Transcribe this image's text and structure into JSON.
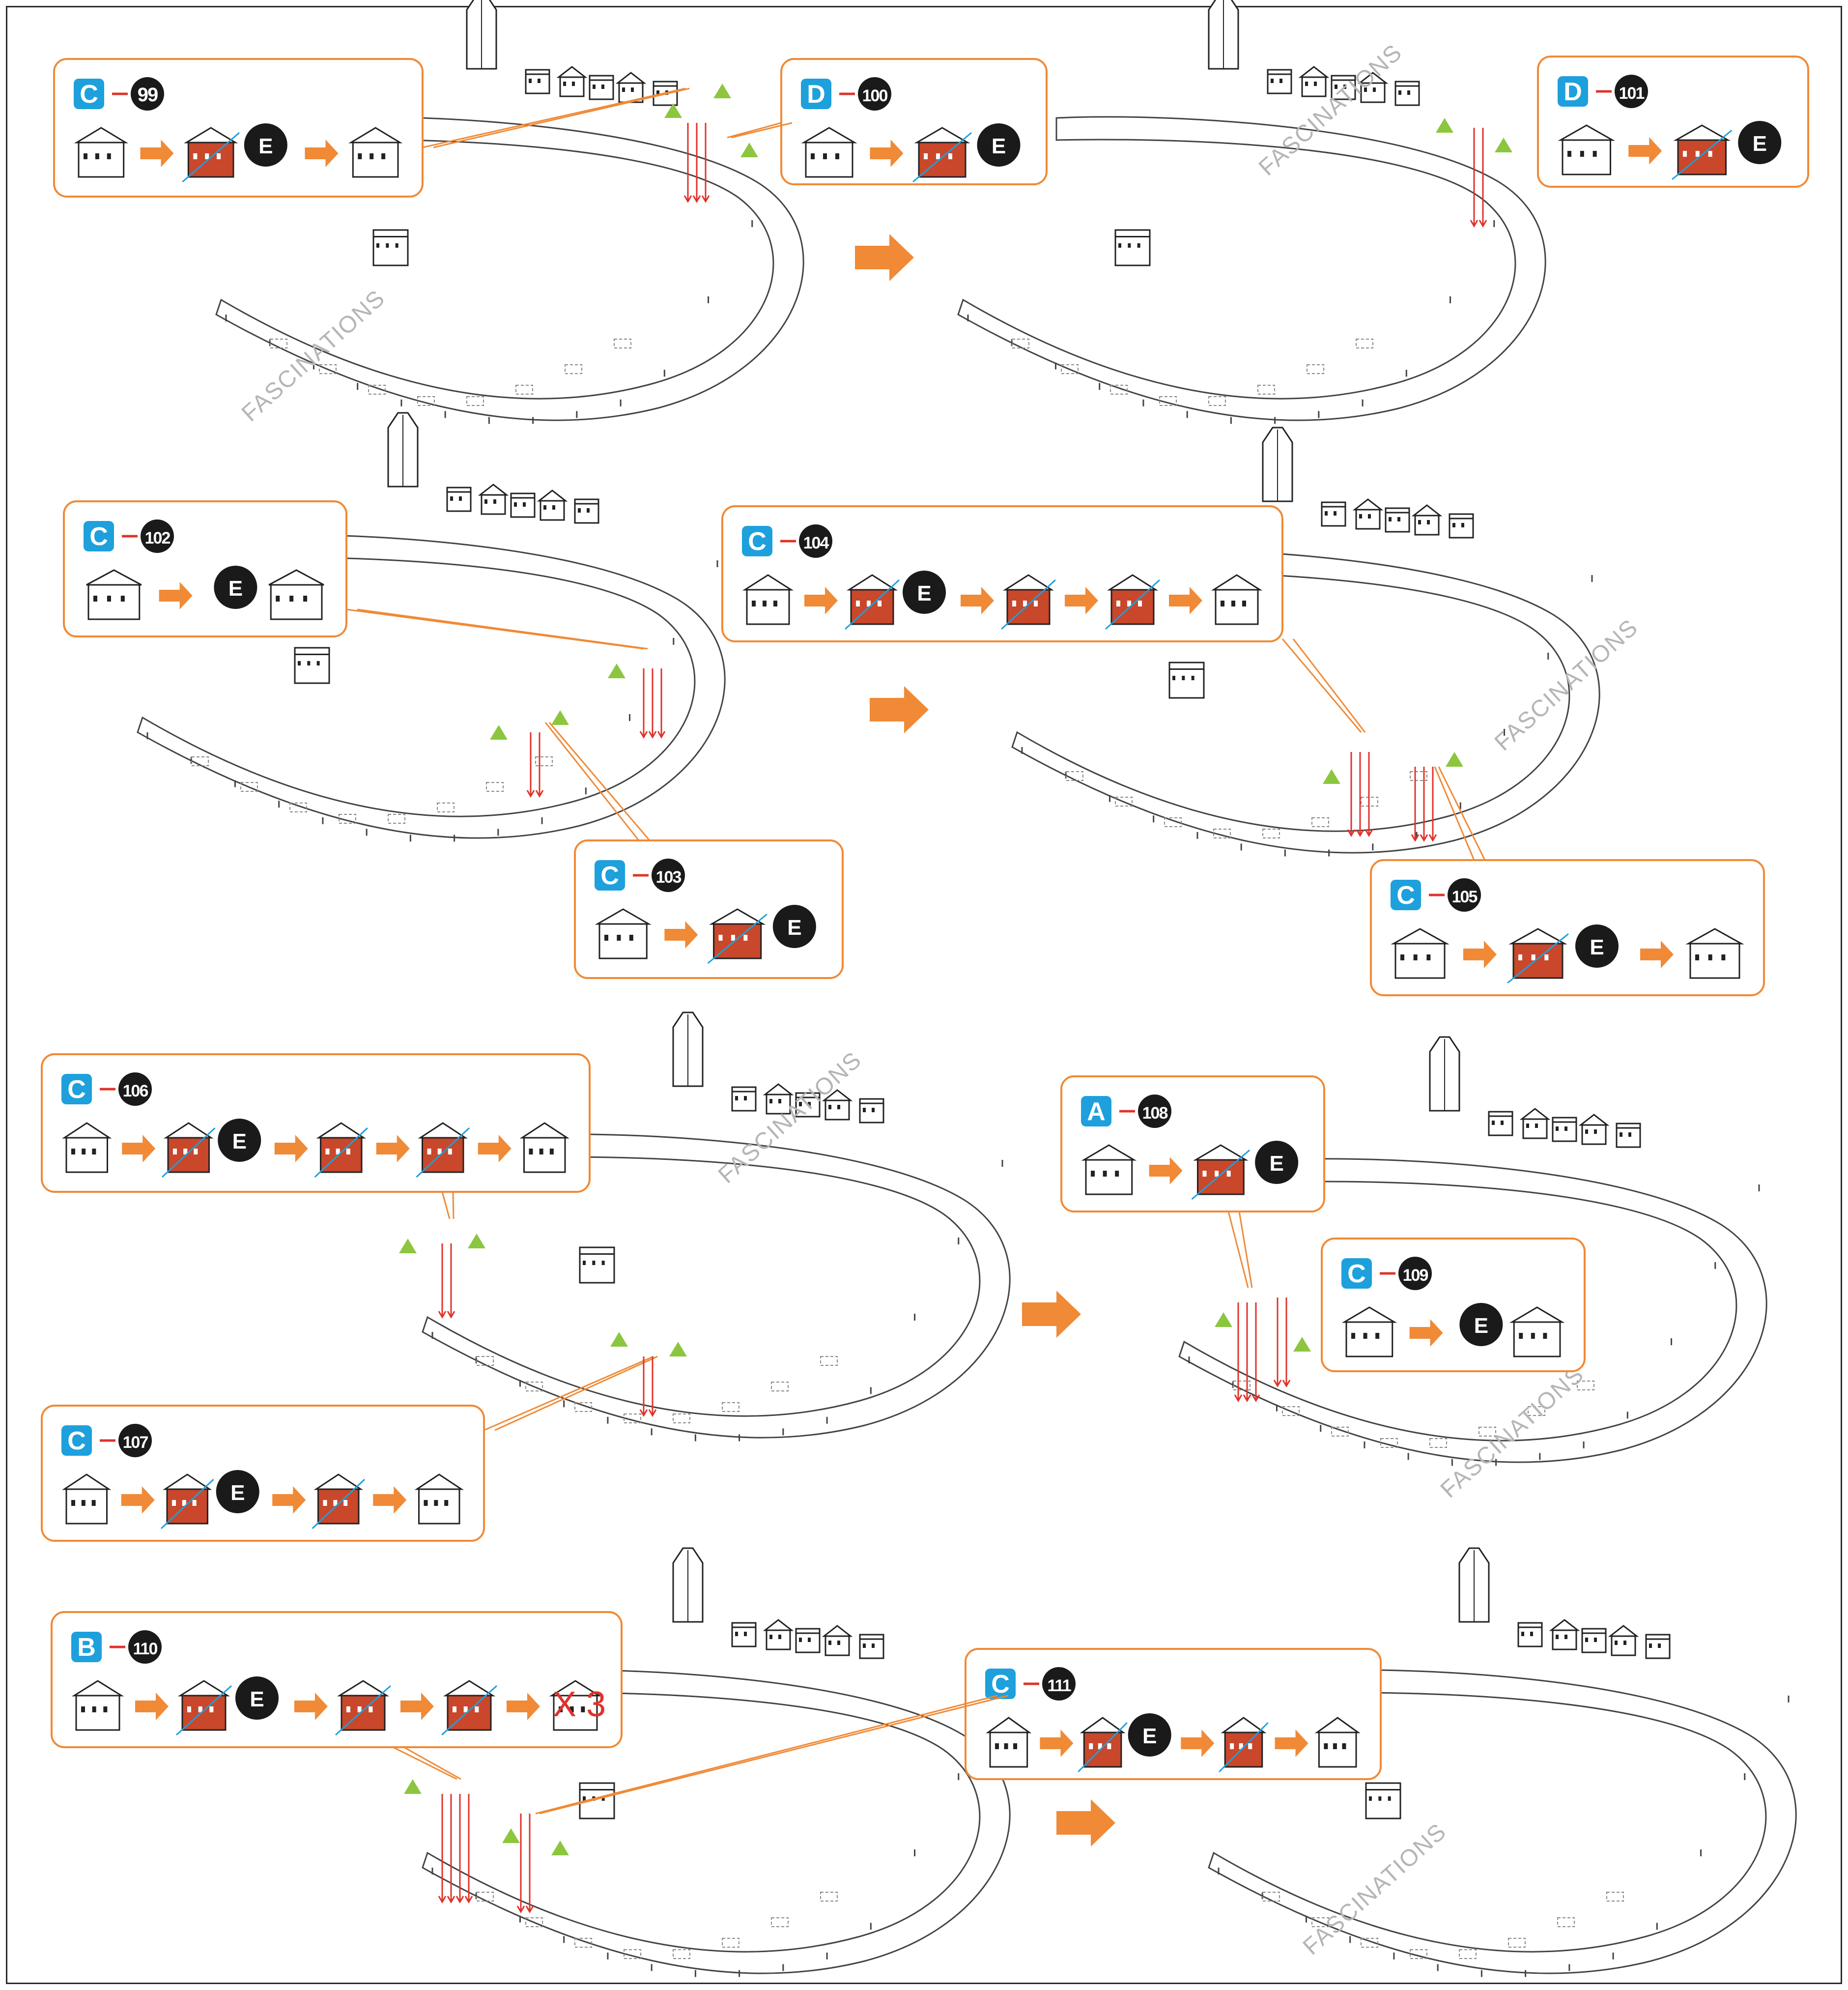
{
  "watermark": "FASCINATIONS",
  "colors": {
    "callout_border": "#f08a36",
    "letter_badge": "#1ea0dc",
    "step_badge": "#1a1a1a",
    "flow_arrow": "#f08a36",
    "assembly_arrow": "#e0322a",
    "tab_marker": "#8cc63f",
    "rotate_marker": "#1ea0dc",
    "part_fill": "#c9472b",
    "track_line": "#444444"
  },
  "steps": [
    {
      "sheet": "C",
      "number": "99",
      "sequence": [
        "part",
        "arrow",
        "part",
        "E",
        "arrow",
        "part"
      ]
    },
    {
      "sheet": "D",
      "number": "100",
      "sequence": [
        "part",
        "arrow",
        "part",
        "E"
      ]
    },
    {
      "sheet": "D",
      "number": "101",
      "sequence": [
        "part",
        "arrow",
        "part",
        "E"
      ]
    },
    {
      "sheet": "C",
      "number": "102",
      "sequence": [
        "part",
        "arrow",
        "E",
        "part"
      ]
    },
    {
      "sheet": "C",
      "number": "103",
      "sequence": [
        "part",
        "arrow",
        "part",
        "E"
      ]
    },
    {
      "sheet": "C",
      "number": "104",
      "sequence": [
        "part",
        "arrow",
        "part",
        "E",
        "arrow",
        "part",
        "arrow",
        "part",
        "arrow",
        "part"
      ]
    },
    {
      "sheet": "C",
      "number": "105",
      "sequence": [
        "part",
        "arrow",
        "part",
        "E",
        "arrow",
        "part"
      ]
    },
    {
      "sheet": "C",
      "number": "106",
      "sequence": [
        "part",
        "arrow",
        "part",
        "E",
        "arrow",
        "part",
        "arrow",
        "part",
        "arrow",
        "part"
      ]
    },
    {
      "sheet": "C",
      "number": "107",
      "sequence": [
        "part",
        "arrow",
        "part",
        "E",
        "arrow",
        "part",
        "arrow",
        "part"
      ]
    },
    {
      "sheet": "A",
      "number": "108",
      "sequence": [
        "part",
        "arrow",
        "part",
        "E"
      ]
    },
    {
      "sheet": "C",
      "number": "109",
      "sequence": [
        "part",
        "arrow",
        "E",
        "part"
      ]
    },
    {
      "sheet": "B",
      "number": "110",
      "sequence": [
        "part",
        "arrow",
        "part",
        "E",
        "arrow",
        "part",
        "arrow",
        "part",
        "arrow",
        "part"
      ],
      "multiplier": "X 3"
    },
    {
      "sheet": "C",
      "number": "111",
      "sequence": [
        "part",
        "arrow",
        "part",
        "E",
        "arrow",
        "part",
        "arrow",
        "part"
      ]
    }
  ],
  "glue_label": "E"
}
